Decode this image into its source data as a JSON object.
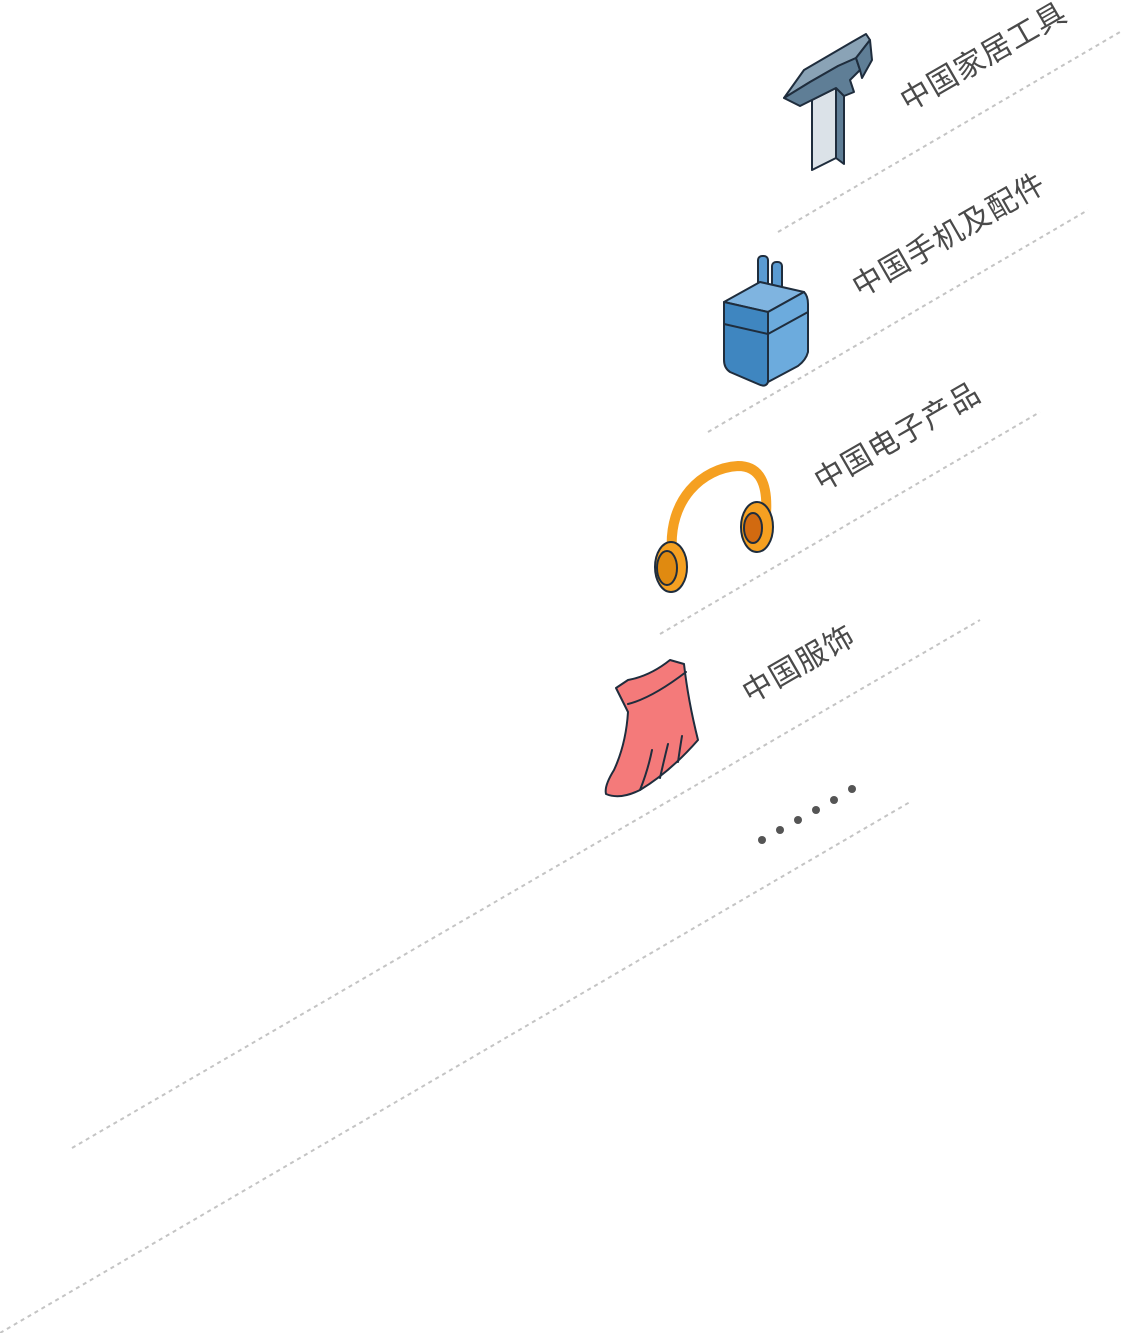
{
  "categories": [
    {
      "label": "中国家居工具",
      "icon": "hammer-icon",
      "color": "#5f7e96"
    },
    {
      "label": "中国手机及配件",
      "icon": "charger-icon",
      "color": "#5a9bd2"
    },
    {
      "label": "中国电子产品",
      "icon": "headphones-icon",
      "color": "#f5a021"
    },
    {
      "label": "中国服饰",
      "icon": "dress-icon",
      "color": "#f47a7a"
    }
  ],
  "more": {
    "icon": "ellipsis-icon"
  }
}
